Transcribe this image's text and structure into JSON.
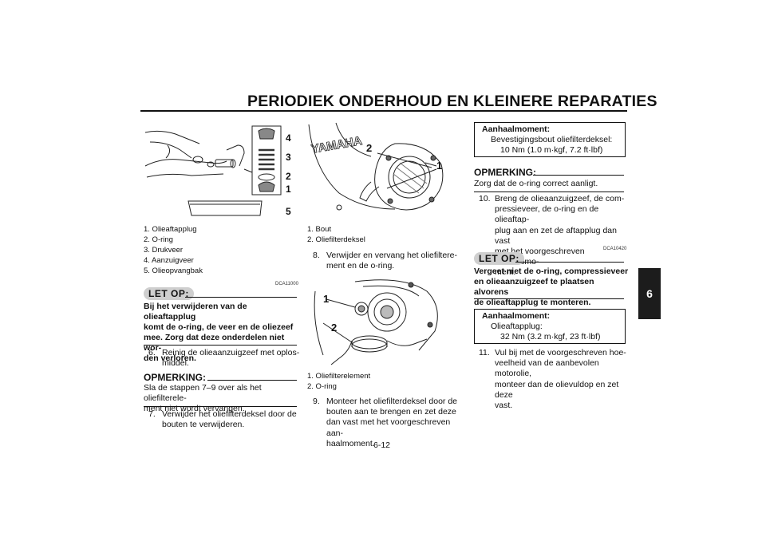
{
  "header": {
    "title": "PERIODIEK ONDERHOUD EN KLEINERE REPARATIES"
  },
  "side_tab": {
    "label": "6"
  },
  "col1": {
    "figure_labels": [
      "4",
      "3",
      "2",
      "1",
      "5"
    ],
    "captions": [
      "1. Olieaftapplug",
      "2. O-ring",
      "3. Drukveer",
      "4. Aanzuigveer",
      "5. Olieopvangbak"
    ],
    "caution": {
      "badge": "LET OP:",
      "code": "DCA11000",
      "lines": [
        "Bij het verwijderen van de olieaftapplug",
        "komt de o-ring, de veer en de oliezeef",
        "mee. Zorg dat deze onderdelen niet wor-",
        "den verloren."
      ]
    },
    "step6": {
      "num": "6.",
      "lines": [
        "Reinig de olieaanzuigzeef met oplos-",
        "middel."
      ]
    },
    "opmerking": {
      "heading": "OPMERKING:",
      "lines": [
        "Sla de stappen 7–9 over als het oliefilterele-",
        "ment niet wordt vervangen."
      ]
    },
    "step7": {
      "num": "7.",
      "lines": [
        "Verwijder het oliefilterdeksel door de",
        "bouten te verwijderen."
      ]
    }
  },
  "col2": {
    "fig1_brand": "YAMAHA",
    "fig1_labels": [
      "2",
      "1"
    ],
    "fig1_captions": [
      "1. Bout",
      "2. Oliefilterdeksel"
    ],
    "step8": {
      "num": "8.",
      "lines": [
        "Verwijder en vervang het oliefiltere-",
        "ment en de o-ring."
      ]
    },
    "fig2_labels": [
      "1",
      "2"
    ],
    "fig2_captions": [
      "1. Oliefilterelement",
      "2. O-ring"
    ],
    "step9": {
      "num": "9.",
      "lines": [
        "Monteer het oliefilterdeksel door de",
        "bouten aan te brengen en zet deze",
        "dan vast met het voorgeschreven aan-",
        "haalmoment."
      ]
    }
  },
  "col3": {
    "box1": {
      "title": "Aanhaalmoment:",
      "line1": "Bevestigingsbout oliefilterdeksel:",
      "line2": "10 Nm (1.0 m·kgf, 7.2 ft·lbf)"
    },
    "opmerking": {
      "heading": "OPMERKING:",
      "lines": [
        "Zorg dat de o-ring correct aanligt."
      ]
    },
    "step10": {
      "num": "10.",
      "lines": [
        "Breng de olieaanzuigzeef, de com-",
        "pressieveer, de o-ring en de olieaftap-",
        "plug aan en zet de aftapplug dan vast",
        "met het voorgeschreven aanhaalmo-",
        "ment."
      ]
    },
    "caution": {
      "badge": "LET OP:",
      "code": "DCA10420",
      "lines": [
        "Vergeet niet de o-ring, compressieveer",
        "en olieaanzuigzeef te plaatsen alvorens",
        "de olieaftapplug te monteren."
      ]
    },
    "box2": {
      "title": "Aanhaalmoment:",
      "line1": "Olieaftapplug:",
      "line2": "32 Nm (3.2 m·kgf, 23 ft·lbf)"
    },
    "step11": {
      "num": "11.",
      "lines": [
        "Vul bij met de voorgeschreven hoe-",
        "veelheid van de aanbevolen motorolie,",
        "monteer dan de olievuldop en zet deze",
        "vast."
      ]
    }
  },
  "footer": {
    "page_number": "6-12"
  }
}
